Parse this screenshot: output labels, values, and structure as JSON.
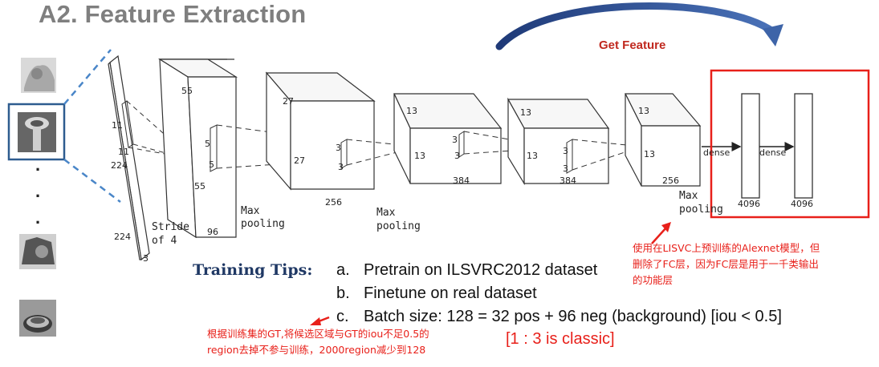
{
  "title": "A2. Feature Extraction",
  "get_feature": "Get Feature",
  "network_labels": {
    "stride": "Stride",
    "of4": "of 4",
    "max_pooling_max": "Max",
    "max_pooling_pooling": "pooling",
    "n11": "11",
    "n224": "224",
    "n3": "3",
    "n55": "55",
    "n5": "5",
    "n96": "96",
    "n27": "27",
    "n256": "256",
    "n13": "13",
    "n384": "384",
    "dense": "dense",
    "n4096": "4096",
    "dot": "."
  },
  "training": {
    "label": "Training Tips:",
    "tips": [
      {
        "letter": "a.",
        "text": "Pretrain on ILSVRC2012 dataset"
      },
      {
        "letter": "b.",
        "text": "Finetune on real dataset"
      },
      {
        "letter": "c.",
        "text": "Batch size: 128 = 32 pos + 96 neg (background) [iou < 0.5]"
      }
    ],
    "classic": "[1 : 3 is classic]"
  },
  "notes": {
    "fc_line1": "使用在LISVC上预训练的Alexnet模型，但",
    "fc_line2": "删除了FC层，因为FC层是用于一千类输出",
    "fc_line3": "的功能层",
    "batch_line1": "根据训练集的GT,将候选区域与GT的iou不足0.5的",
    "batch_line2": "region去掉不参与训练，2000region减少到128"
  },
  "colors": {
    "title": "#7f7f7f",
    "red": "#e8201a",
    "arc_blue": "#2f4f8f",
    "dashed_blue": "#4a86c8",
    "tips_navy": "#1f3864"
  }
}
